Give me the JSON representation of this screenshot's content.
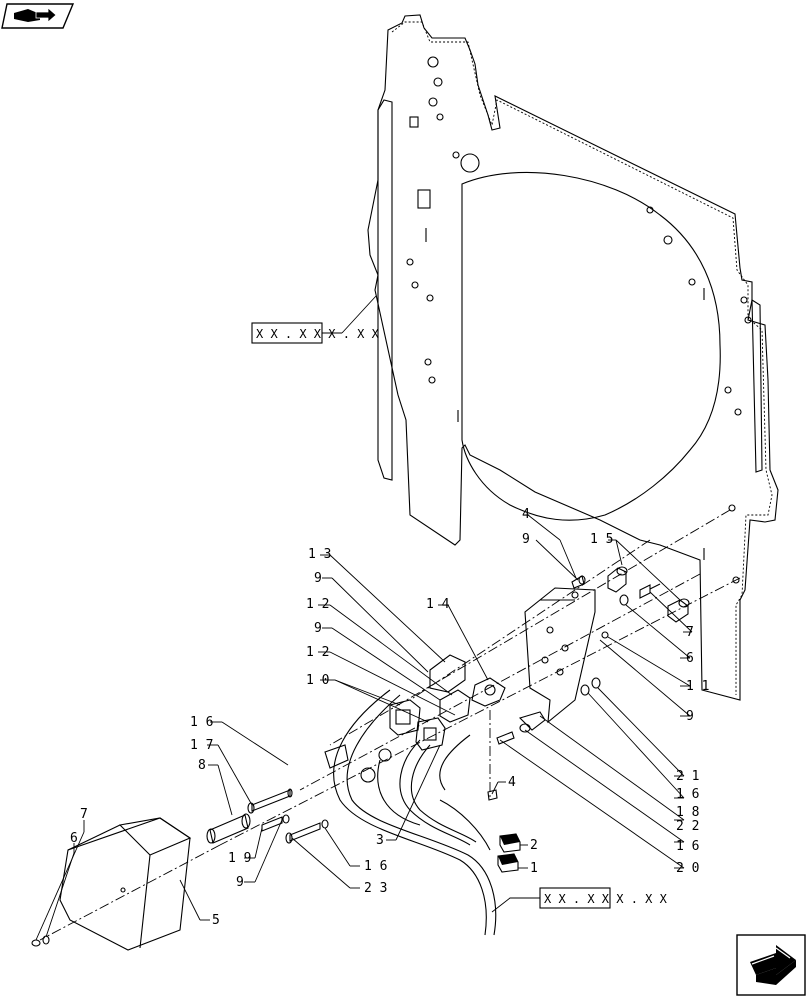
{
  "references": [
    {
      "id": "ref-upper",
      "text": "X X . X X X . X X"
    },
    {
      "id": "ref-lower",
      "text": "X X . X X X . X X"
    }
  ],
  "callouts": {
    "c4a": "4",
    "c9a": "9",
    "c15": "1 5",
    "c13": "1 3",
    "c9b": "9",
    "c12a": "1 2",
    "c14": "1 4",
    "c9c": "9",
    "c12b": "1 2",
    "c7a": "7",
    "c6a": "6",
    "c11": "1 1",
    "c10": "1 0",
    "c9d": "9",
    "c16a": "1 6",
    "c17": "1 7",
    "c21": "2 1",
    "c16b": "1 6",
    "c18": "1 8",
    "c8": "8",
    "c4b": "4",
    "c22": "2 2",
    "c16c": "1 6",
    "c3": "3",
    "c2": "2",
    "c7b": "7",
    "c6b": "6",
    "c19": "1 9",
    "c16d": "1 6",
    "c1": "1",
    "c20": "2 0",
    "c9e": "9",
    "c23": "2 3",
    "c5": "5"
  },
  "icons": {
    "top_left": "book-navigation-icon",
    "bottom_right": "next-page-arrow-icon"
  }
}
